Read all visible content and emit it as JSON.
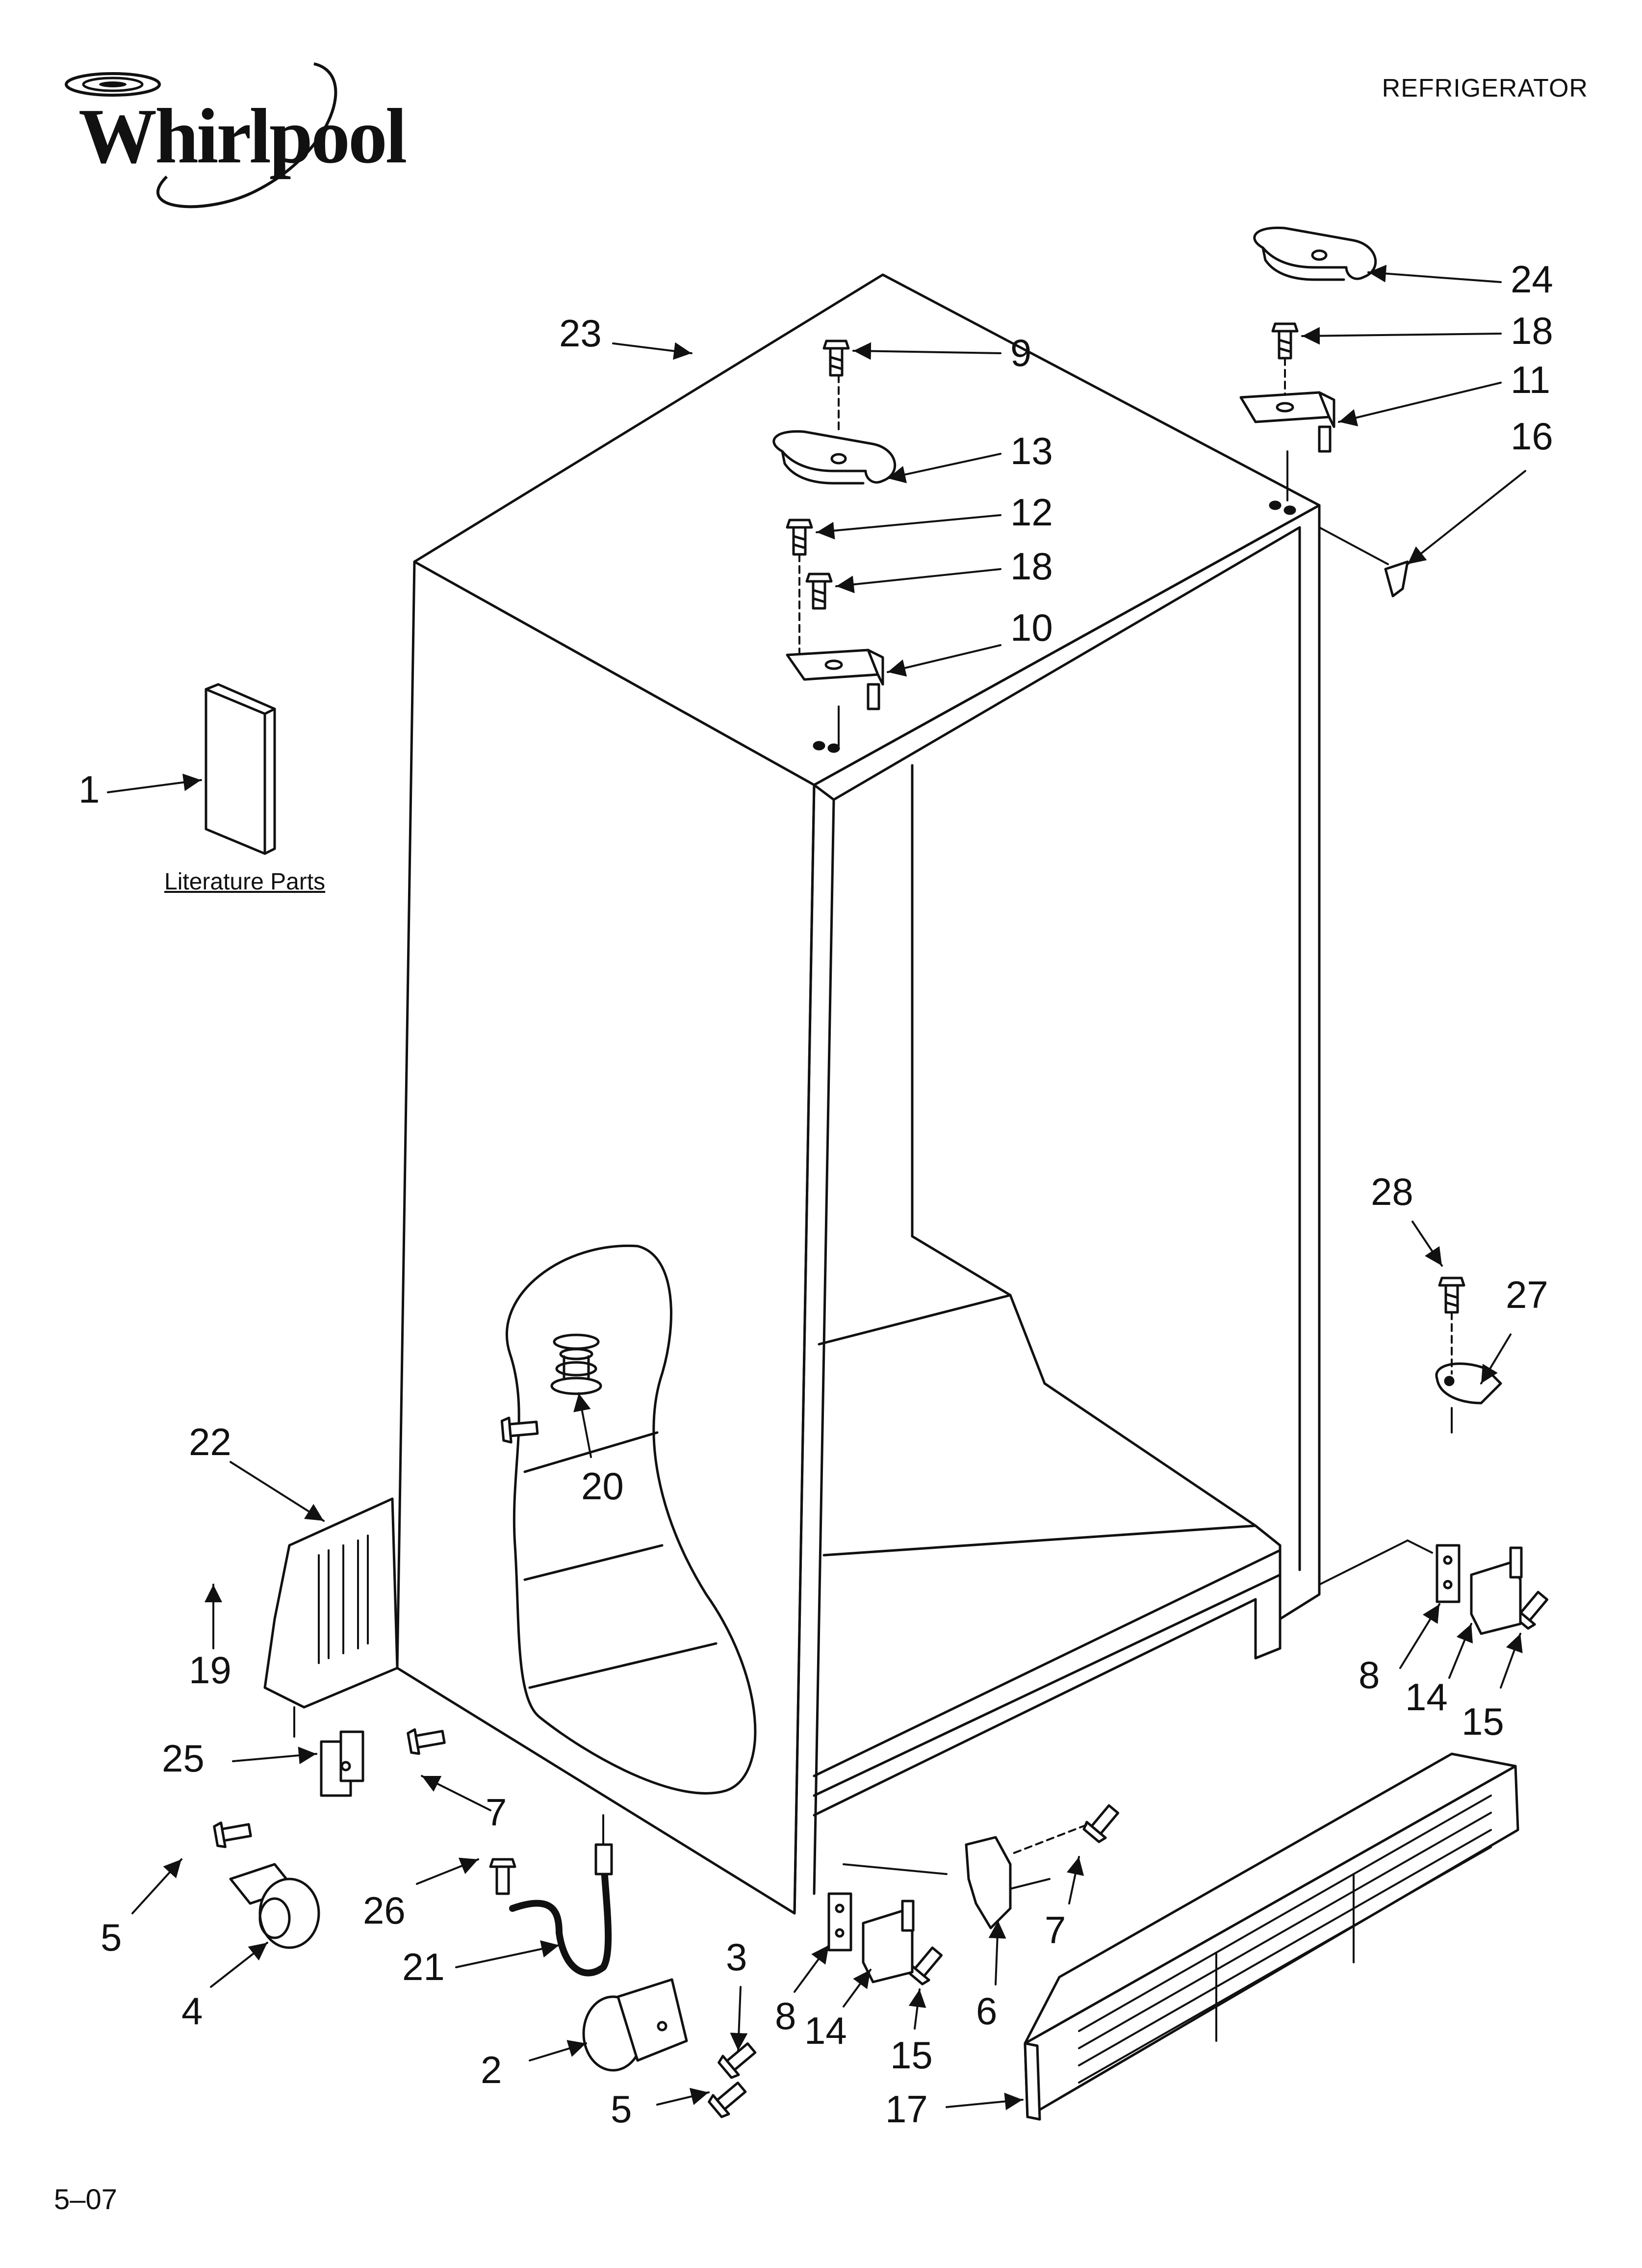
{
  "header": {
    "brand": "Whirlpool",
    "title": "REFRIGERATOR"
  },
  "literature_caption": "Literature Parts",
  "footer": {
    "code": "5–07"
  },
  "callouts": [
    {
      "id": "c23",
      "label": "23"
    },
    {
      "id": "c9",
      "label": "9"
    },
    {
      "id": "c13",
      "label": "13"
    },
    {
      "id": "c12",
      "label": "12"
    },
    {
      "id": "c18a",
      "label": "18"
    },
    {
      "id": "c10",
      "label": "10"
    },
    {
      "id": "c24",
      "label": "24"
    },
    {
      "id": "c18b",
      "label": "18"
    },
    {
      "id": "c11",
      "label": "11"
    },
    {
      "id": "c16",
      "label": "16"
    },
    {
      "id": "c1",
      "label": "1"
    },
    {
      "id": "c28",
      "label": "28"
    },
    {
      "id": "c27",
      "label": "27"
    },
    {
      "id": "c22",
      "label": "22"
    },
    {
      "id": "c20",
      "label": "20"
    },
    {
      "id": "c19",
      "label": "19"
    },
    {
      "id": "c8a",
      "label": "8"
    },
    {
      "id": "c14a",
      "label": "14"
    },
    {
      "id": "c15a",
      "label": "15"
    },
    {
      "id": "c25",
      "label": "25"
    },
    {
      "id": "c7a",
      "label": "7"
    },
    {
      "id": "c5a",
      "label": "5"
    },
    {
      "id": "c26",
      "label": "26"
    },
    {
      "id": "c4",
      "label": "4"
    },
    {
      "id": "c21",
      "label": "21"
    },
    {
      "id": "c3",
      "label": "3"
    },
    {
      "id": "c8b",
      "label": "8"
    },
    {
      "id": "c14b",
      "label": "14"
    },
    {
      "id": "c15b",
      "label": "15"
    },
    {
      "id": "c6",
      "label": "6"
    },
    {
      "id": "c7b",
      "label": "7"
    },
    {
      "id": "c2",
      "label": "2"
    },
    {
      "id": "c5b",
      "label": "5"
    },
    {
      "id": "c17",
      "label": "17"
    }
  ]
}
